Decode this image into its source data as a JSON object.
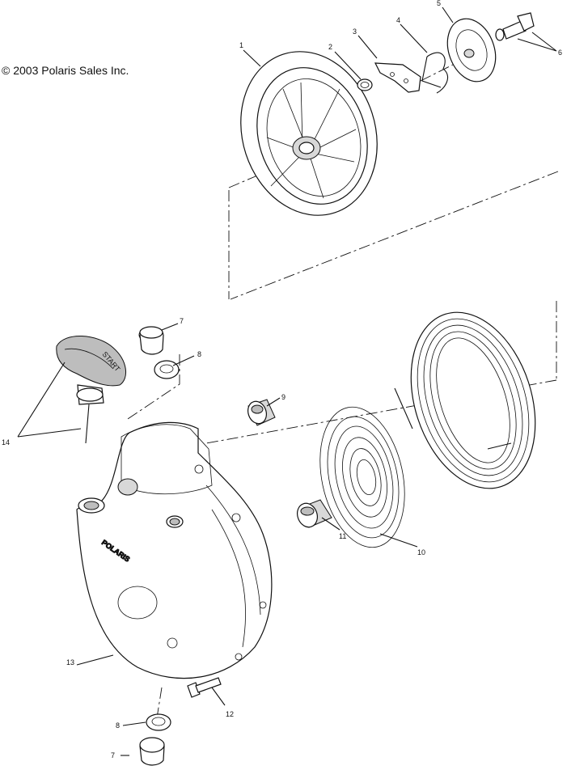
{
  "copyright": "© 2003 Polaris Sales Inc.",
  "brand_lettering": "POLARIS",
  "handle_lettering": "START",
  "callouts": [
    {
      "id": "c1",
      "label": "1"
    },
    {
      "id": "c2",
      "label": "2"
    },
    {
      "id": "c3",
      "label": "3"
    },
    {
      "id": "c4",
      "label": "4"
    },
    {
      "id": "c5",
      "label": "5"
    },
    {
      "id": "c6",
      "label": "6"
    },
    {
      "id": "c7a",
      "label": "7"
    },
    {
      "id": "c8a",
      "label": "8"
    },
    {
      "id": "c9",
      "label": "9"
    },
    {
      "id": "c10",
      "label": "10"
    },
    {
      "id": "c11",
      "label": "11"
    },
    {
      "id": "c12",
      "label": "12"
    },
    {
      "id": "c13",
      "label": "13"
    },
    {
      "id": "c14",
      "label": "14"
    },
    {
      "id": "c8b",
      "label": "8"
    },
    {
      "id": "c7b",
      "label": "7"
    }
  ]
}
